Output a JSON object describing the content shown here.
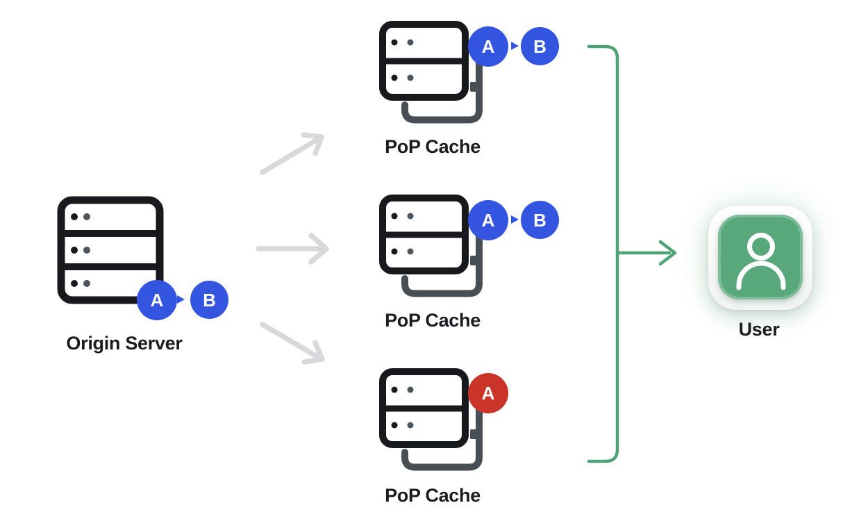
{
  "origin": {
    "label": "Origin Server",
    "badges": {
      "a": "A",
      "b": "B"
    }
  },
  "pops": [
    {
      "label": "PoP Cache",
      "badges": {
        "a": "A",
        "b": "B"
      }
    },
    {
      "label": "PoP Cache",
      "badges": {
        "a": "A",
        "b": "B"
      }
    },
    {
      "label": "PoP Cache",
      "badges": {
        "a": "A"
      }
    }
  ],
  "user": {
    "label": "User"
  },
  "colors": {
    "badge_blue": "#3355E0",
    "badge_red": "#CB3428",
    "icon_black": "#17191C",
    "cable_gray": "#474F55",
    "dot_gray": "#4D555C",
    "arrow_gray": "#D8D9DA",
    "connector_green": "#4FA377",
    "user_green": "#58A87C",
    "user_green_rim": "#7FBC9C",
    "label_color": "#1A1C1F"
  }
}
